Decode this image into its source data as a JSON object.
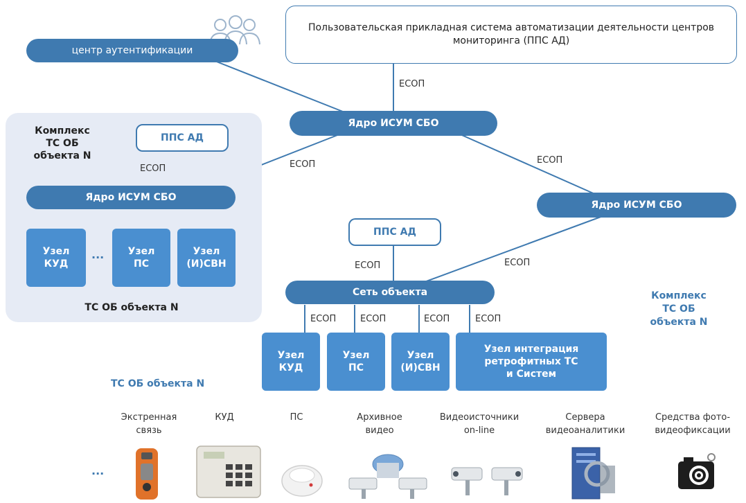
{
  "colors": {
    "accent": "#3f7ab0",
    "node": "#4a8fd0",
    "panel": "#e6ebf5"
  },
  "users_icon": "users-icon",
  "auth_center": "центр аутентификации",
  "top_system": "Пользовательская прикладная система автоматизации деятельности центров мониторинга (ППС АД)",
  "core_label": "Ядро ИСУМ СБО",
  "esop": "ЕСОП",
  "left_complex": {
    "title": "Комплекс\nТС ОБ\nобъекта N",
    "pps": "ППС АД",
    "core": "Ядро ИСУМ СБО",
    "nodes": [
      "Узел\nКУД",
      "Узел\nПС",
      "Узел\n(И)СВН"
    ],
    "ellipsis": "...",
    "footer": "ТС ОБ объекта N"
  },
  "right": {
    "pps": "ППС АД",
    "object_network": "Сеть объекта",
    "nodes": [
      "Узел\nКУД",
      "Узел\nПС",
      "Узел\n(И)СВН",
      "Узел интеграция\nретрофитных ТС\nи Систем"
    ],
    "complex_label": "Комплекс\nТС ОБ\nобъекта N"
  },
  "ts_label": "ТС ОБ объекта N",
  "devices": [
    {
      "label": "Экстренная\nсвязь",
      "icon": "emergency-call-icon"
    },
    {
      "label": "КУД",
      "icon": "access-control-keypad-icon"
    },
    {
      "label": "ПС",
      "icon": "smoke-detector-icon"
    },
    {
      "label": "Архивное\nвидео",
      "icon": "archive-video-cameras-icon"
    },
    {
      "label": "Видеоисточники\non-line",
      "icon": "online-video-cameras-icon"
    },
    {
      "label": "Сервера\nвидеоаналитики",
      "icon": "video-analytics-server-icon"
    },
    {
      "label": "Средства фото-\nвидеофиксации",
      "icon": "photo-camera-icon"
    }
  ],
  "devices_ellipsis": "..."
}
